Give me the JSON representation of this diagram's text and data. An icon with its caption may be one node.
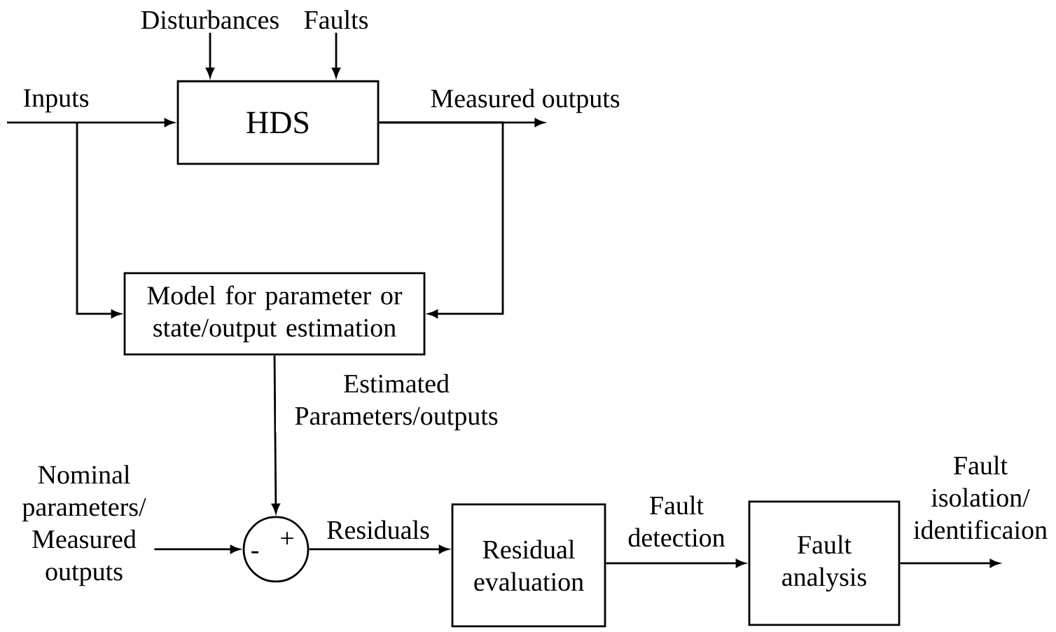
{
  "diagram": {
    "nodes": [
      {
        "text": [
          "Disturbances"
        ]
      },
      {
        "text": [
          "Faults"
        ]
      },
      {
        "text": [
          "HDS"
        ]
      },
      {
        "text": [
          "Model for parameter or state/output estimation"
        ]
      },
      {
        "text": [
          "Nominal parameters/ Measured outputs"
        ]
      },
      {
        "text": [
          "+",
          "-"
        ]
      },
      {
        "text": [
          "Residual evaluation"
        ]
      },
      {
        "text": [
          "Fault analysis"
        ]
      }
    ],
    "edges": [
      {
        "from": 0,
        "to": 2,
        "arrow": "to"
      },
      {
        "from": 1,
        "to": 2,
        "arrow": "to"
      },
      {
        "from": null,
        "to": 2,
        "arrow": "to",
        "label": "Inputs"
      },
      {
        "from": null,
        "to": 3,
        "arrow": "to"
      },
      {
        "from": 2,
        "to": null,
        "arrow": "to",
        "label": "Measured outputs"
      },
      {
        "from": 2,
        "to": 3,
        "arrow": "to"
      },
      {
        "from": 3,
        "to": 5,
        "arrow": "to",
        "label": "Estimated Parameters/outputs"
      },
      {
        "from": 4,
        "to": 5,
        "arrow": "to"
      },
      {
        "from": 5,
        "to": 6,
        "arrow": "to",
        "label": "Residuals"
      },
      {
        "from": 6,
        "to": 7,
        "arrow": "to",
        "label": "Fault detection"
      },
      {
        "from": 7,
        "to": null,
        "arrow": "to",
        "label": "Fault isolation/ identificaion"
      }
    ]
  }
}
